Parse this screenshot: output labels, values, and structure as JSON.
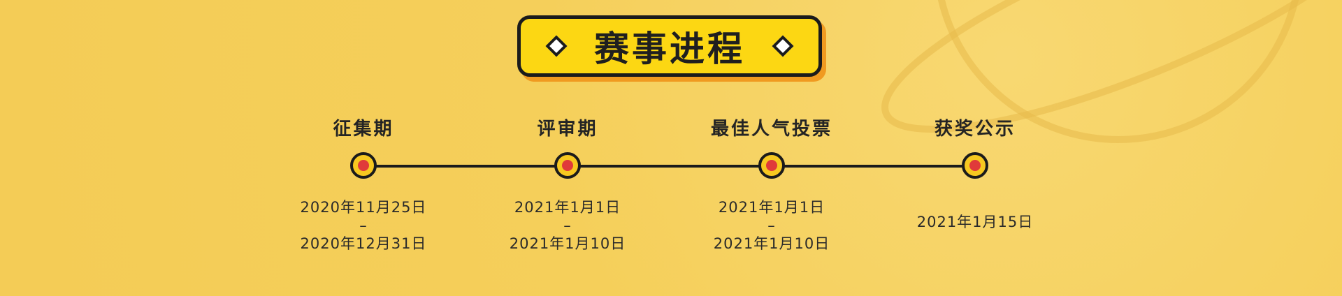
{
  "banner": {
    "title": "赛事进程"
  },
  "stages": [
    {
      "title": "征集期",
      "start": "2020年11月25日",
      "separator": "–",
      "end": "2020年12月31日"
    },
    {
      "title": "评审期",
      "start": "2021年1月1日",
      "separator": "–",
      "end": "2021年1月10日"
    },
    {
      "title": "最佳人气投票",
      "start": "2021年1月1日",
      "separator": "–",
      "end": "2021年1月10日"
    },
    {
      "title": "获奖公示",
      "date": "2021年1月15日"
    }
  ],
  "colors": {
    "background": "#f4cc56",
    "banner_fill": "#fcd713",
    "banner_shadow": "#f09a20",
    "outline": "#1b1b1b",
    "node_fill": "#f7c820",
    "node_dot": "#e03a3a"
  }
}
